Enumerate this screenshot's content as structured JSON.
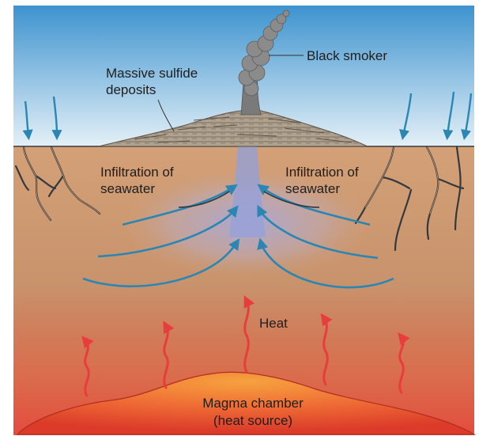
{
  "labels": {
    "black_smoker": "Black smoker",
    "massive_sulfide_line1": "Massive sulfide",
    "massive_sulfide_line2": "deposits",
    "infiltration_left_line1": "Infiltration of",
    "infiltration_left_line2": "seawater",
    "infiltration_right_line1": "Infiltration of",
    "infiltration_right_line2": "seawater",
    "heat": "Heat",
    "magma_line1": "Magma chamber",
    "magma_line2": "(heat source)"
  },
  "colors": {
    "sea_top": "#3d93cf",
    "sea_bottom": "#e4f0f7",
    "seabed_top": "#d3a077",
    "seabed_bottom": "#bd8560",
    "magma_glow": "#e8553a",
    "magma_chamber": "#e0452e",
    "arrow_blue": "#2b86b3",
    "heat_arrow": "#e73d3d",
    "crack": "#343a3f",
    "smoker": "#8a8a8a",
    "deposit": "#a89a86"
  },
  "icons": {
    "downflow": "downward-seawater-arrow",
    "upflow": "upward-circulation-arrow",
    "heat": "wavy-heat-arrow"
  }
}
